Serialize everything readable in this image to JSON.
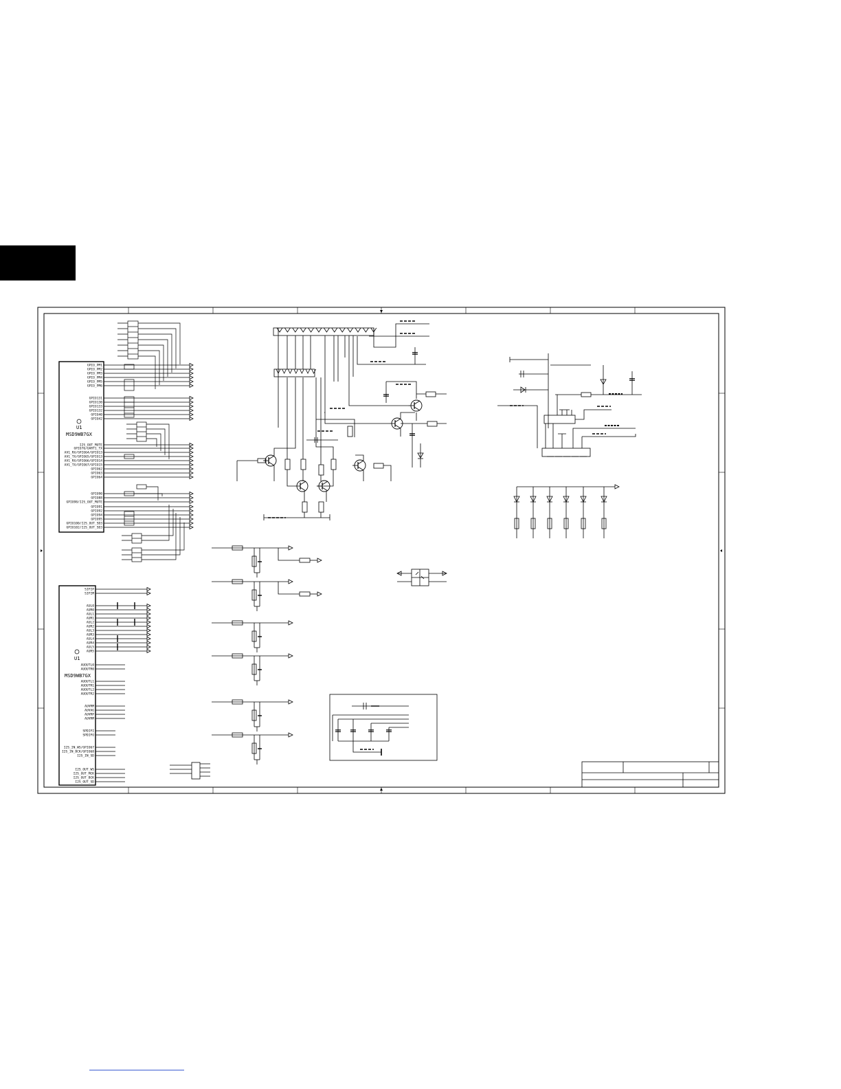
{
  "colors": {
    "ink": "#000000",
    "paper": "#ffffff",
    "link": "#3a5bd0"
  },
  "chip_a": {
    "ref": "U1",
    "part": "MSD9WB7GX",
    "pins": [
      "GPIO_PM1",
      "GPIO_PM2",
      "GPIO_PM3",
      "GPIO_PM4",
      "GPIO_PM5",
      "GPIO_PM6",
      "GPIO131",
      "GPIO130",
      "GPIO133",
      "GPIO132",
      "GPIO40",
      "GPIO42",
      "I2S_OUT_MUTE",
      "GPIO76/UART1_TX",
      "AV1_RX/GPIO64/GPIO13",
      "AV1_TX/GPIO65/GPIO13",
      "AV1_RX/GPIO66/GPIO14",
      "AV1_TX/GPIO67/GPIO15",
      "GPIO62",
      "GPIO63",
      "GPIO64",
      "GPIO90",
      "GPIO88",
      "GPIO98/I2S_OUT_MUTE",
      "GPIO91",
      "GPIO92",
      "GPIO94",
      "GPIO95",
      "GPIO100/I2S_OUT_SD3",
      "GPIO102/I2S_OUT_SD3"
    ]
  },
  "chip_b": {
    "ref": "U1",
    "part": "MSD9WB7GX",
    "pins": [
      "SIFIP",
      "SIFIM",
      "AUL0",
      "AUR0",
      "AUL1",
      "AUR1",
      "AUL2",
      "AUR2",
      "AUL3",
      "AUR3",
      "AUL4",
      "AUR4",
      "AUL5",
      "AUR5",
      "AUOUTL0",
      "AUOUTR0",
      "AUOUTL1",
      "AUOUTR1",
      "AUOUTL2",
      "AUOUTR2",
      "AUVRM",
      "AUVAG",
      "AUVRP",
      "AUVRM",
      "SPDIFI",
      "SPDIFO",
      "I2S_IN_WS/GPIO67",
      "I2S_IN_BCK/GPIO68",
      "I2S_IN_SD",
      "I2S_OUT_WS",
      "I2S_OUT_MCK",
      "I2S_OUT_BCK",
      "I2S_OUT_SD"
    ]
  }
}
